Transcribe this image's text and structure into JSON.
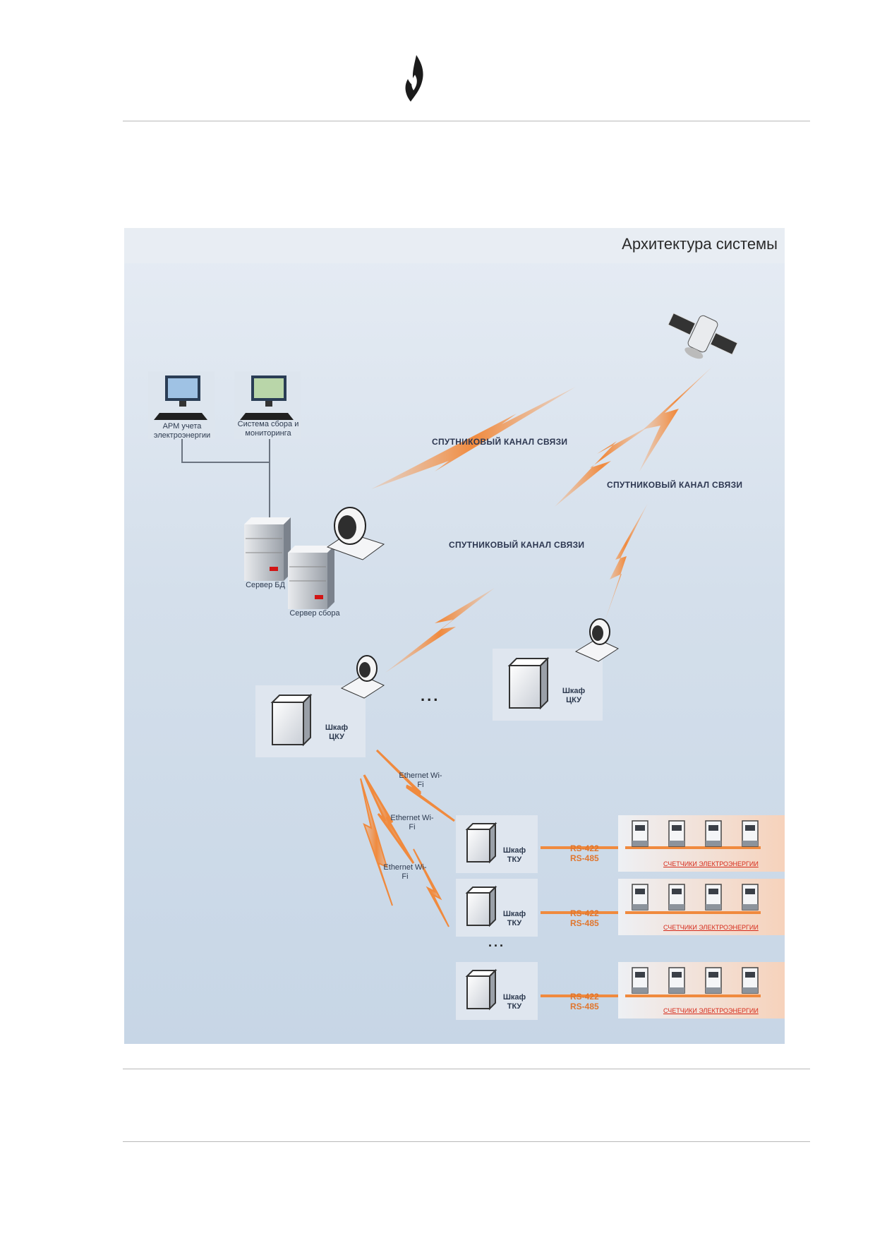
{
  "header": {
    "logo": "flame-logo"
  },
  "diagram": {
    "title": "Архитектура системы",
    "workstations": [
      {
        "label": "АРМ учета электроэнергии"
      },
      {
        "label": "Система сбора и мониторинга"
      }
    ],
    "servers": {
      "db": "Сервер БД",
      "collect": "Сервер сбора"
    },
    "channels": [
      "СПУТНИКОВЫЙ КАНАЛ СВЯЗИ",
      "СПУТНИКОВЫЙ КАНАЛ СВЯЗИ",
      "СПУТНИКОВЫЙ КАНАЛ СВЯЗИ"
    ],
    "cku": [
      {
        "label": "Шкаф ЦКУ"
      },
      {
        "label": "Шкаф ЦКУ"
      }
    ],
    "ellipsis": "...",
    "wireless": [
      "Ethernet Wi-Fi",
      "Ethernet Wi-Fi",
      "Ethernet Wi-Fi"
    ],
    "tku": [
      {
        "label": "Шкаф ТКУ"
      },
      {
        "label": "Шкаф ТКУ"
      },
      {
        "label": "Шкаф ТКУ"
      }
    ],
    "bus": "RS-422 RS-485",
    "meters_label": "СЧЕТЧИКИ ЭЛЕКТРОЭНЕРГИИ"
  },
  "colors": {
    "accent": "#f08a3e",
    "meter_link": "#d62a1a",
    "panel": "#dfe6ef"
  }
}
